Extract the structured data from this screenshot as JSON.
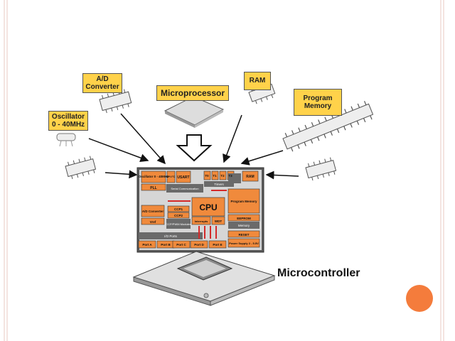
{
  "labels": {
    "ad_converter": "A/D Converter",
    "microprocessor": "Microprocessor",
    "ram": "RAM",
    "program_memory": "Program Memory",
    "oscillator": "Oscillator 0 - 40MHz",
    "microcontroller": "Microcontroller"
  },
  "blocks": {
    "oscillator": "Oscillator 0 - 40MHz",
    "pll": "PLL",
    "spi_i2c": "SPI I²C",
    "usart": "USART",
    "serial_comm": "Serial Communication",
    "t0": "T0",
    "t1": "T1",
    "t2": "T2",
    "t3": "T3",
    "timers": "Timers",
    "ram": "RAM",
    "program_memory": "Program Memory",
    "cpu": "CPU",
    "interrupts": "Interrupts",
    "wdt": "WDT",
    "ad_converter": "A/D Converter",
    "vref": "Vref",
    "ccp1": "CCP1",
    "ccp2": "CCP2",
    "ccp_pwm": "CCP/PWM Modules",
    "eeprom": "EEPROM",
    "memory": "Memory",
    "io_ports": "I/O Ports",
    "reset": "RESET",
    "power_supply": "Power Supply 2 - 5.5V",
    "port_a": "Port A",
    "port_b": "Port B",
    "port_c": "Port C",
    "port_d": "Port D",
    "port_e": "Port E"
  },
  "colors": {
    "accent": "#f47c3c",
    "block": "#f08a3c",
    "board": "#5a5a5a",
    "label_bg": "#ffd24a"
  }
}
